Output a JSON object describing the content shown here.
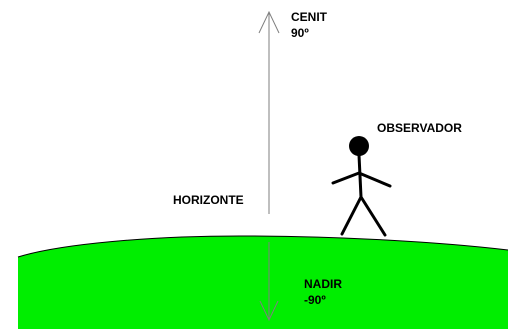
{
  "labels": {
    "zenith": "CENIT",
    "zenith_angle": "90º",
    "observer": "OBSERVADOR",
    "horizon": "HORIZONTE",
    "nadir": "NADIR",
    "nadir_angle": "-90º"
  },
  "colors": {
    "ground": "#00ee00",
    "ground_edge": "#000000",
    "arrow": "#7f7f7f",
    "figure": "#000000",
    "text": "#000000"
  }
}
